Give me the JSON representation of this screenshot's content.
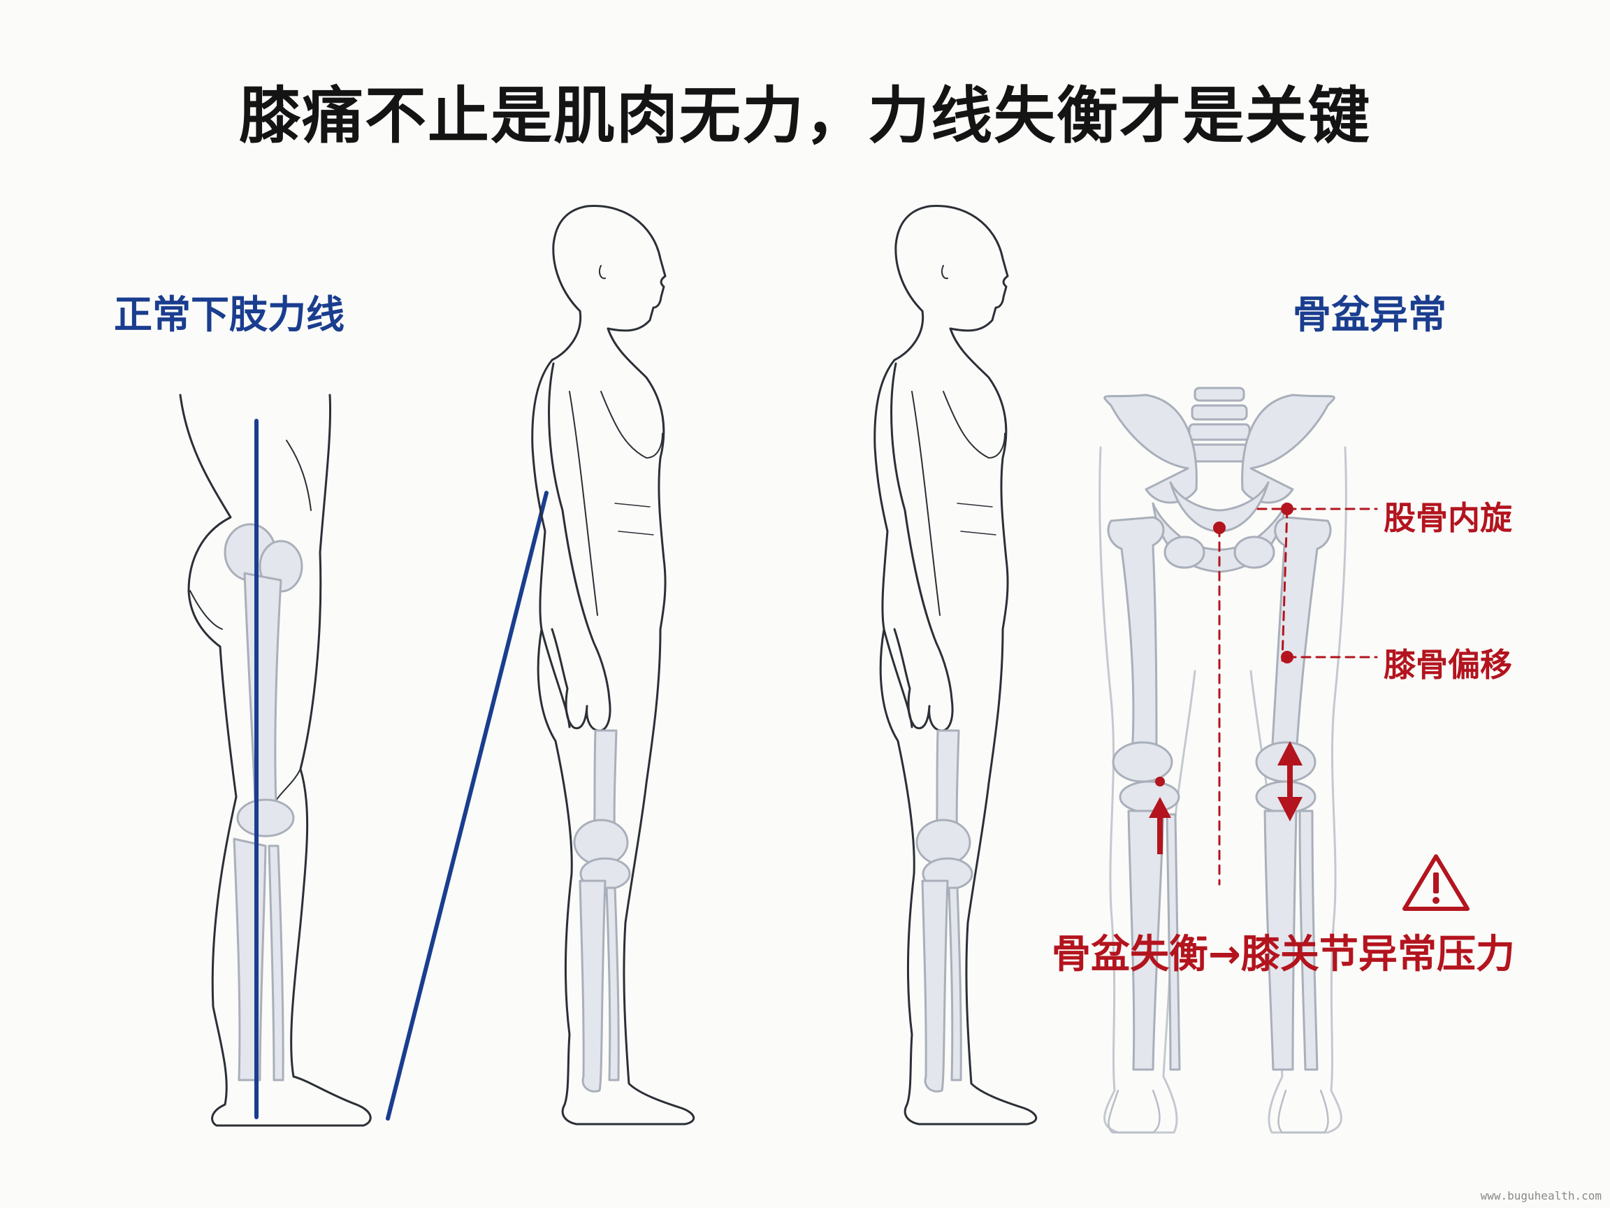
{
  "title": "膝痛不止是肌肉无力，力线失衡才是关键",
  "labels": {
    "normal_alignment": "正常下肢力线",
    "pelvis_abnormal": "骨盆异常",
    "femur_rotation": "股骨内旋",
    "patella_shift": "膝骨偏移",
    "caption": "骨盆失衡→膝关节异常压力"
  },
  "watermark": "www.buguhealth.com",
  "icons": [
    "warning-triangle-icon",
    "double-arrow-icon",
    "up-arrow-icon"
  ],
  "colors": {
    "title": "#141414",
    "blue_accent": "#1a3d8f",
    "red_accent": "#b3141e",
    "outline": "#2b2f36",
    "bone_fill": "#e3e6ec",
    "bone_stroke": "#a9afba"
  }
}
